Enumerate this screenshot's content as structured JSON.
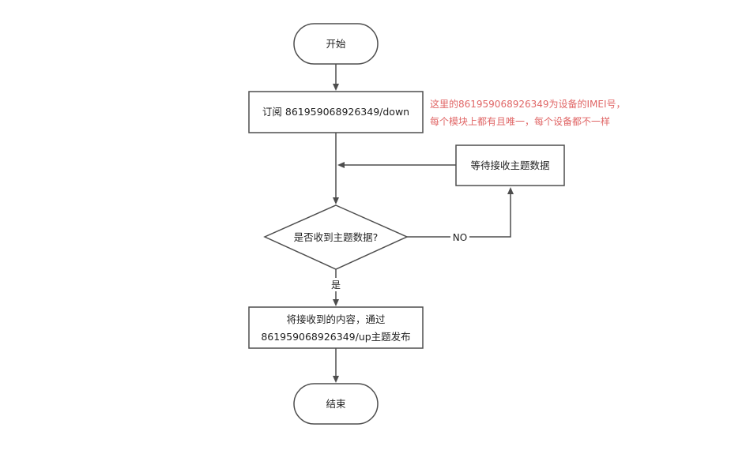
{
  "nodes": {
    "start": {
      "label": "开始"
    },
    "subscribe": {
      "label": "订阅 861959068926349/down"
    },
    "wait": {
      "label": "等待接收主题数据"
    },
    "decision": {
      "label": "是否收到主题数据?"
    },
    "publish": {
      "line1": "将接收到的内容，通过",
      "line2": "861959068926349/up主题发布"
    },
    "end": {
      "label": "结束"
    }
  },
  "edge_labels": {
    "no": "NO",
    "yes": "是"
  },
  "note": {
    "line1": "这里的861959068926349为设备的IMEI号，",
    "line2": "每个模块上都有且唯一，每个设备都不一样"
  },
  "colors": {
    "stroke": "#4d4d4d",
    "note": "#e06666",
    "text": "#1f1f1f"
  }
}
